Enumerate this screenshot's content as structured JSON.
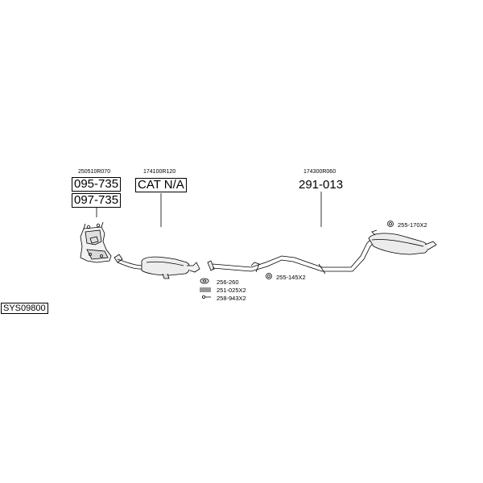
{
  "diagram": {
    "system_code": "SYS09800",
    "parts": {
      "front_pipe": {
        "oem": "250510R070",
        "codes": [
          "095-735",
          "097-735"
        ]
      },
      "catalyst": {
        "oem": "174100R120",
        "code": "CAT N/A"
      },
      "rear_section": {
        "oem": "174300R060",
        "code": "291-013"
      }
    },
    "fittings": {
      "gasket": "256-260",
      "spring": "251-025X2",
      "bolt": "258-943X2",
      "mid_hanger": "255-145X2",
      "rear_hanger": "255-170X2"
    }
  }
}
